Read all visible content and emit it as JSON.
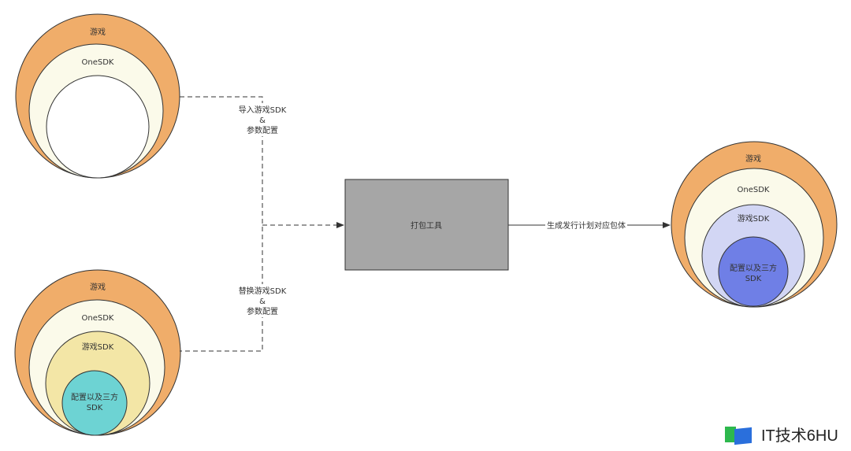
{
  "left_top": {
    "outer": "游戏",
    "middle": "OneSDK"
  },
  "left_bottom": {
    "outer": "游戏",
    "middle": "OneSDK",
    "inner": "游戏SDK",
    "core_line1": "配置以及三方",
    "core_line2": "SDK"
  },
  "right": {
    "outer": "游戏",
    "middle": "OneSDK",
    "inner": "游戏SDK",
    "core_line1": "配置以及三方",
    "core_line2": "SDK"
  },
  "edge_top": {
    "line1": "导入游戏SDK",
    "line2": "&",
    "line3": "参数配置"
  },
  "edge_bottom": {
    "line1": "替换游戏SDK",
    "line2": "&",
    "line3": "参数配置"
  },
  "tool_box": "打包工具",
  "edge_output": "生成发行计划对应包体",
  "watermark": "IT技术6HU",
  "colors": {
    "orange": "#f0ad6a",
    "cream": "#fbfaea",
    "yellow": "#f3e6a6",
    "teal": "#6dd3d3",
    "lavender": "#d2d6f4",
    "blue": "#6f7fe6",
    "box": "#a6a6a6"
  }
}
